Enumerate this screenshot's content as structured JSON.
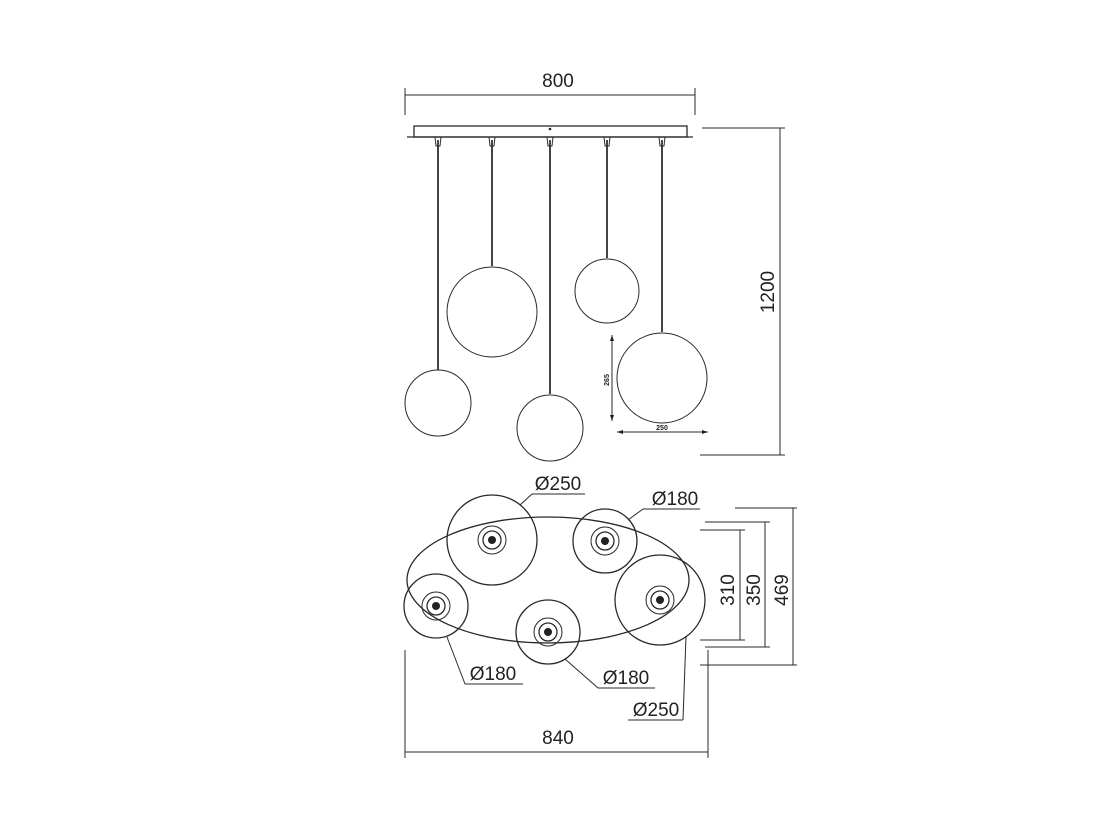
{
  "front_view": {
    "width_label": "800",
    "height_label": "1200",
    "globe_height_label": "265",
    "globe_width_label": "250"
  },
  "top_view": {
    "diameters": [
      "Ø250",
      "Ø180",
      "Ø180",
      "Ø180",
      "Ø250"
    ],
    "width_label": "840",
    "depth_labels": [
      "310",
      "350",
      "469"
    ]
  }
}
